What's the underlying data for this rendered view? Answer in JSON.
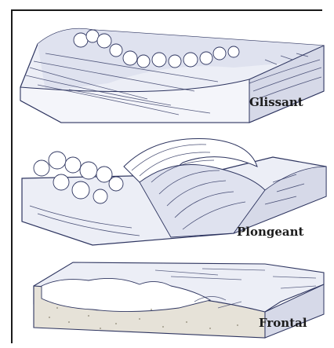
{
  "panels": [
    {
      "label": "Glissant",
      "icon": "spilling-breaker-illustration"
    },
    {
      "label": "Plongeant",
      "icon": "plunging-breaker-illustration"
    },
    {
      "label": "Frontal",
      "icon": "surging-breaker-illustration"
    }
  ],
  "colors": {
    "ink": "#2e3560",
    "shade": "#c9cde0",
    "light": "#eceef6",
    "sand": "#e6e2d8"
  }
}
